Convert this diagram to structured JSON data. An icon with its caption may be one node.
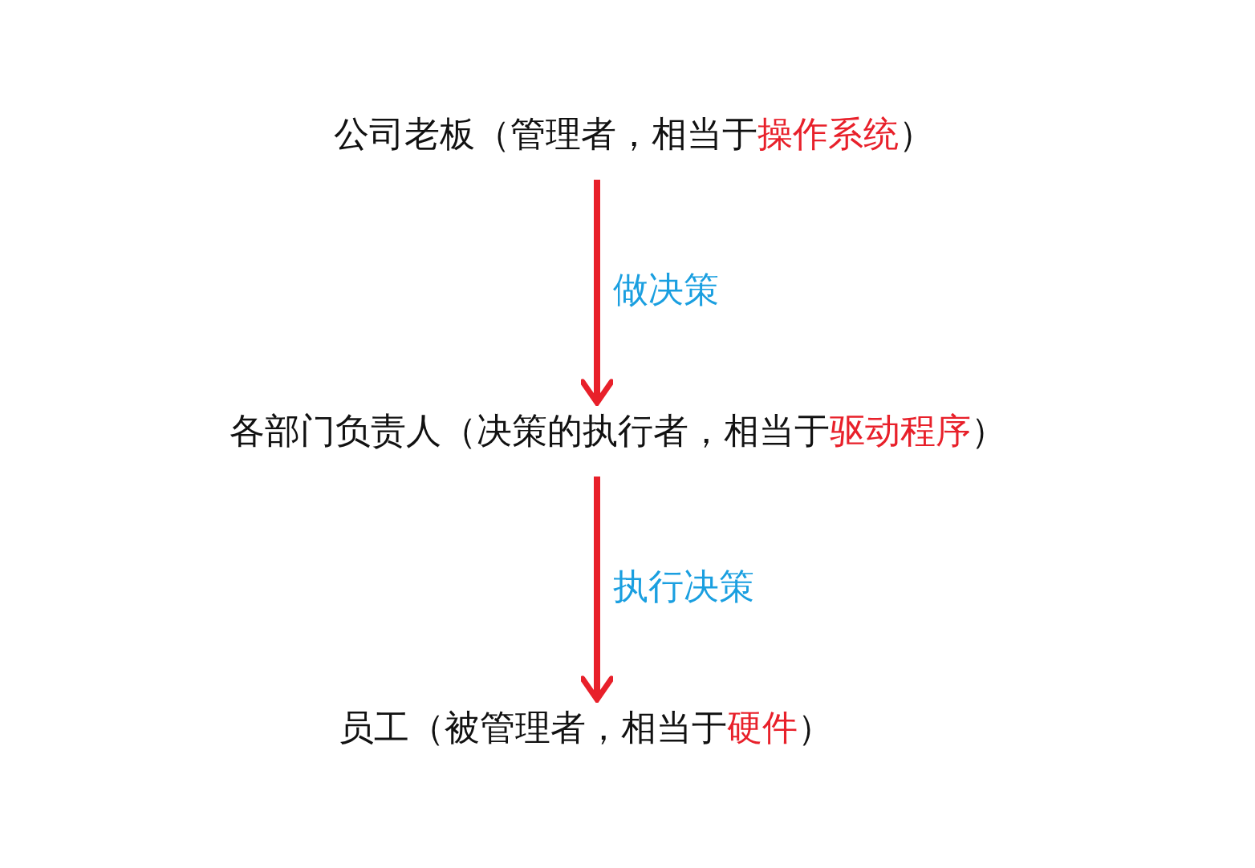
{
  "diagram": {
    "nodes": [
      {
        "text": [
          "公司老板（管理者，相当于",
          "操作系统",
          "）"
        ]
      },
      {
        "text": [
          "各部门负责人（决策的执行者，相当于",
          "驱动程序",
          "）"
        ]
      },
      {
        "text": [
          "员工（被管理者，相当于",
          "硬件",
          "）"
        ]
      }
    ],
    "edges": [
      {
        "from": 0,
        "to": 1,
        "arrow": "to",
        "label": "做决策",
        "color": "#e8202a"
      },
      {
        "from": 1,
        "to": 2,
        "arrow": "to",
        "label": "执行决策",
        "color": "#e8202a"
      }
    ]
  }
}
